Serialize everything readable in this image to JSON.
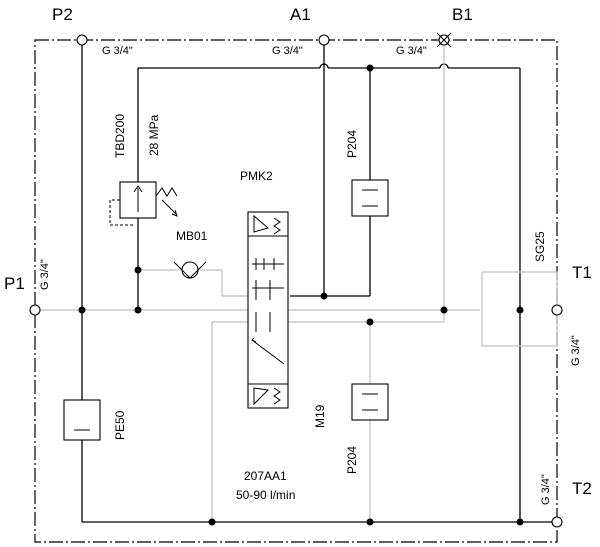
{
  "ports": {
    "p2": "P2",
    "a1": "A1",
    "b1": "B1",
    "p1": "P1",
    "t1": "T1",
    "t2": "T2"
  },
  "threads": {
    "p2": "G 3/4\"",
    "a1": "G 3/4\"",
    "b1": "G 3/4\"",
    "p1": "G 3/4\"",
    "t1": "G 3/4\"",
    "t2": "G 3/4\""
  },
  "components": {
    "relief_valve": "TBD200",
    "relief_pressure": "28 MPa",
    "check_valve": "MB01",
    "main_valve": "PMK2",
    "module_top": "P204",
    "module_bottom": "P204",
    "filter": "PE50",
    "solenoid": "M19",
    "right_block": "SG25",
    "assembly": "207AA1",
    "flow": "50-90 l/min"
  }
}
